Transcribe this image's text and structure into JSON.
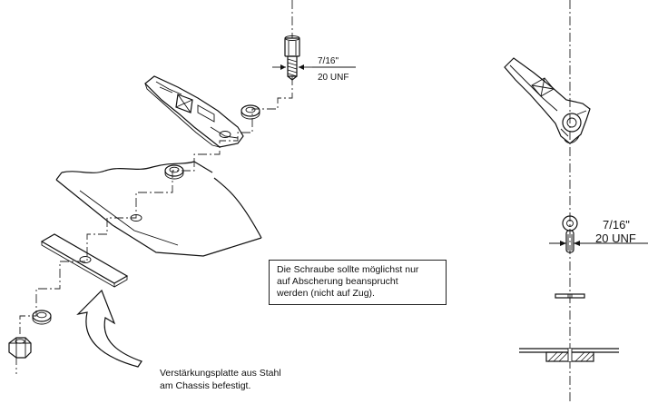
{
  "labels": {
    "thread_left_size": "7/16\"",
    "thread_left_type": "20 UNF",
    "thread_right_size": "7/16\"",
    "thread_right_type": "20 UNF"
  },
  "note": {
    "line1": "Die Schraube sollte möglichst nur",
    "line2": "auf Abscherung beansprucht",
    "line3": "werden (nicht auf Zug)."
  },
  "caption": {
    "line1": "Verstärkungsplatte aus Stahl",
    "line2": "am Chassis befestigt."
  }
}
